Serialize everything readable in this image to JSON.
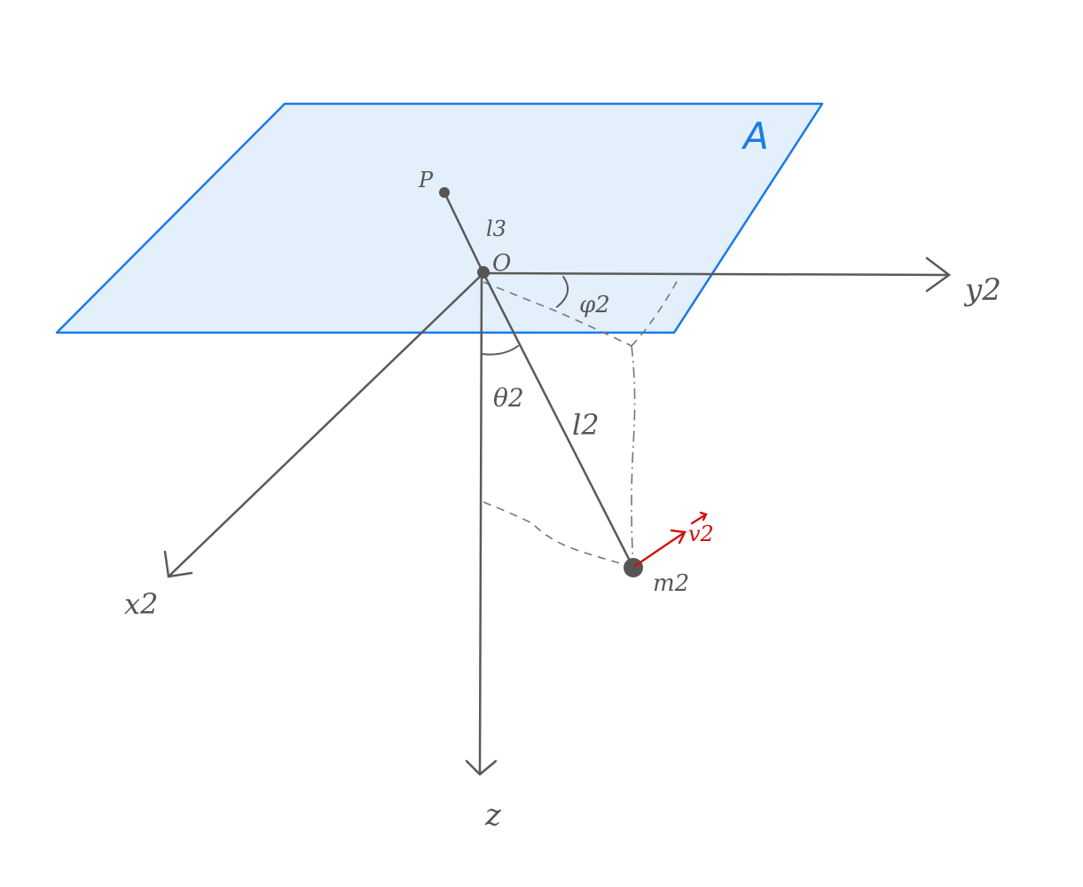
{
  "colors": {
    "plane_fill": "#e3effb",
    "plane_stroke": "#1a7ae6",
    "axis": "#5a5a5a",
    "dash": "#777777",
    "velocity": "#d01010",
    "point": "#555555"
  },
  "labels": {
    "plane": "A",
    "point_p": "P",
    "length_l3": "l3",
    "origin": "O",
    "angle_phi": "φ2",
    "axis_y": "y2",
    "angle_theta": "θ2",
    "length_l2": "l2",
    "velocity": "v2",
    "mass": "m2",
    "axis_x": "x2",
    "axis_z": "z"
  }
}
